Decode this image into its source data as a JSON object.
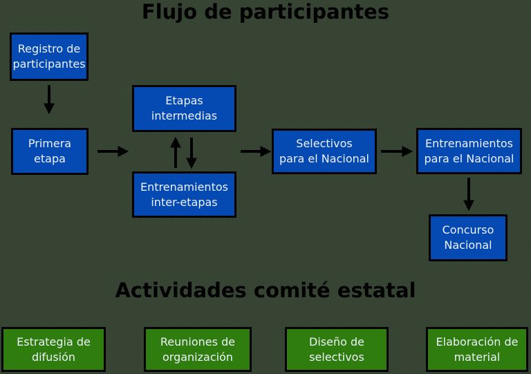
{
  "titles": {
    "flow": "Flujo de participantes",
    "activities": "Actividades comité estatal"
  },
  "colors": {
    "box_blue": "#0549b2",
    "box_green": "#2e7d0e",
    "box_border": "#000000",
    "box_text": "#eef2fa",
    "title_text": "#000000",
    "arrow": "#000000",
    "background_noise_dark": "#151d15",
    "background_noise_light": "#566b52"
  },
  "flow_boxes": [
    {
      "id": "registro",
      "label": "Registro de\nparticipantes"
    },
    {
      "id": "primera-etapa",
      "label": "Primera\netapa"
    },
    {
      "id": "etapas-intermedias",
      "label": "Etapas\nintermedias"
    },
    {
      "id": "entrenamientos-inter-etapas",
      "label": "Entrenamientos\ninter-etapas"
    },
    {
      "id": "selectivos-nacional",
      "label": "Selectivos\npara el Nacional"
    },
    {
      "id": "entrenamientos-nacional",
      "label": "Entrenamientos\npara el Nacional"
    },
    {
      "id": "concurso-nacional",
      "label": "Concurso\nNacional"
    }
  ],
  "activity_boxes": [
    {
      "id": "estrategia-difusion",
      "label": "Estrategia de\ndifusión"
    },
    {
      "id": "reuniones-organizacion",
      "label": "Reuniones de\norganización"
    },
    {
      "id": "diseno-selectivos",
      "label": "Diseño de\nselectivos"
    },
    {
      "id": "elaboracion-material",
      "label": "Elaboración de\nmaterial"
    }
  ],
  "connections": [
    {
      "from": "registro",
      "to": "primera-etapa",
      "direction": "down"
    },
    {
      "from": "primera-etapa",
      "to": "etapas-intermedias/entrenamientos-inter-etapas",
      "direction": "right"
    },
    {
      "from": "entrenamientos-inter-etapas",
      "to": "etapas-intermedias",
      "direction": "up"
    },
    {
      "from": "etapas-intermedias",
      "to": "entrenamientos-inter-etapas",
      "direction": "down"
    },
    {
      "from": "etapas-intermedias/entrenamientos-inter-etapas",
      "to": "selectivos-nacional",
      "direction": "right"
    },
    {
      "from": "selectivos-nacional",
      "to": "entrenamientos-nacional",
      "direction": "right"
    },
    {
      "from": "entrenamientos-nacional",
      "to": "concurso-nacional",
      "direction": "down"
    }
  ]
}
